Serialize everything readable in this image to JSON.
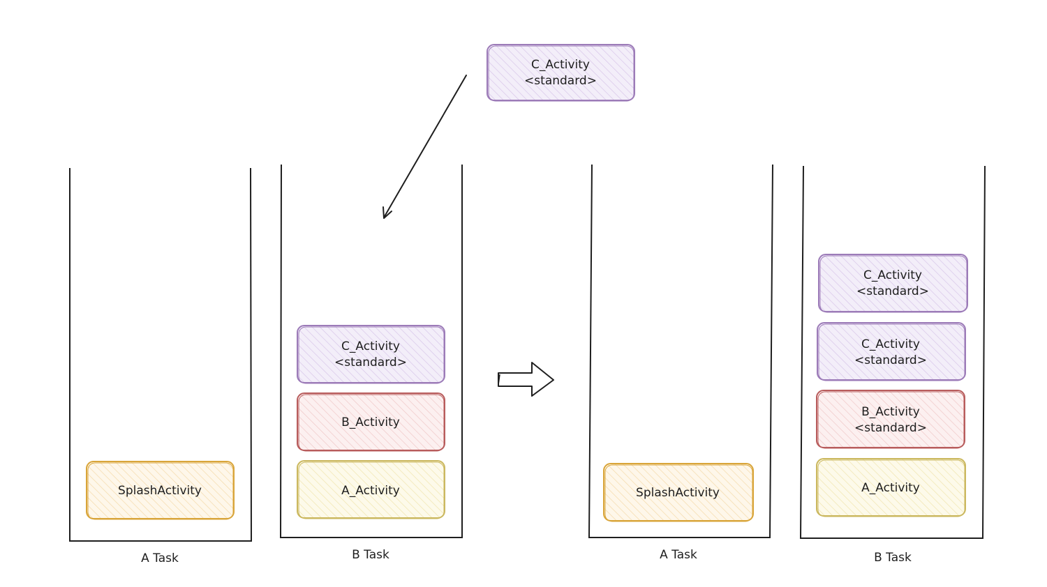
{
  "incoming": {
    "name": "C_Activity",
    "mode": "<standard>"
  },
  "before": {
    "task_a": {
      "label": "A Task",
      "activities": [
        {
          "name": "SplashActivity"
        }
      ]
    },
    "task_b": {
      "label": "B Task",
      "activities": [
        {
          "name": "C_Activity",
          "mode": "<standard>"
        },
        {
          "name": "B_Activity"
        },
        {
          "name": "A_Activity"
        }
      ]
    }
  },
  "after": {
    "task_a": {
      "label": "A Task",
      "activities": [
        {
          "name": "SplashActivity"
        }
      ]
    },
    "task_b": {
      "label": "B Task",
      "activities": [
        {
          "name": "C_Activity",
          "mode": "<standard>"
        },
        {
          "name": "C_Activity",
          "mode": "<standard>"
        },
        {
          "name": "B_Activity",
          "mode": "<standard>"
        },
        {
          "name": "A_Activity"
        }
      ]
    }
  },
  "colors": {
    "purple_stroke": "#9c7bb8",
    "purple_fill": "#ece3f5",
    "red_stroke": "#b85c5c",
    "red_fill": "#f9e1e1",
    "yellow_stroke": "#cbb85f",
    "yellow_fill": "#fbf5d9",
    "orange_stroke": "#d9a53a",
    "orange_fill": "#fdf0d8",
    "line": "#1e1e1e"
  }
}
